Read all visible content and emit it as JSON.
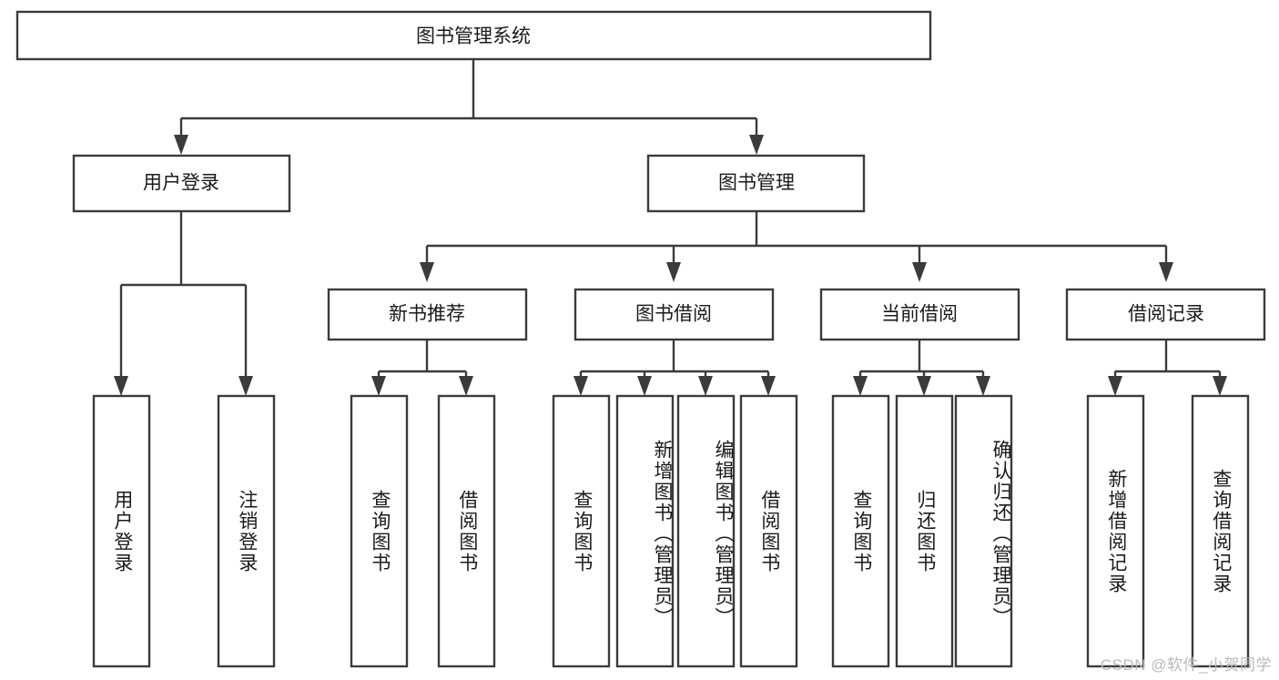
{
  "diagram": {
    "type": "tree",
    "title": "图书管理系统",
    "watermark": "CSDN @软件_小贺同学",
    "colors": {
      "stroke": "#3b3b3b",
      "fill": "#ffffff",
      "text": "#1a1a1a",
      "watermark": "#b9b9b9",
      "background": "#ffffff"
    },
    "root": {
      "label": "图书管理系统"
    },
    "level2": [
      {
        "label": "用户登录"
      },
      {
        "label": "图书管理"
      }
    ],
    "level3": [
      {
        "label": "新书推荐"
      },
      {
        "label": "图书借阅"
      },
      {
        "label": "当前借阅"
      },
      {
        "label": "借阅记录"
      }
    ],
    "leaves": {
      "user_login": [
        {
          "label": "用户登录"
        },
        {
          "label": "注销登录"
        }
      ],
      "new_book_recommend": [
        {
          "label": "查询图书"
        },
        {
          "label": "借阅图书"
        }
      ],
      "book_borrow": [
        {
          "label": "查询图书"
        },
        {
          "label": "新增图书（管理员）"
        },
        {
          "label": "编辑图书（管理员）"
        },
        {
          "label": "借阅图书"
        }
      ],
      "current_borrow": [
        {
          "label": "查询图书"
        },
        {
          "label": "归还图书"
        },
        {
          "label": "确认归还（管理员）"
        }
      ],
      "borrow_record": [
        {
          "label": "新增借阅记录"
        },
        {
          "label": "查询借阅记录"
        }
      ]
    }
  }
}
